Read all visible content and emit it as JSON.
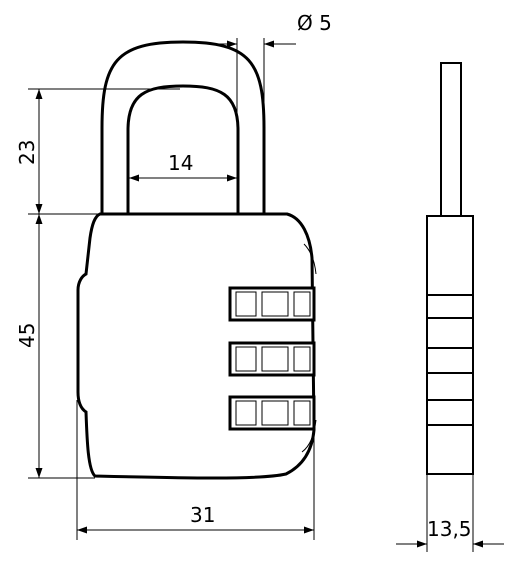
{
  "dimensions": {
    "shackle_diameter": "Ø 5",
    "shackle_height": "23",
    "shackle_inner_width": "14",
    "body_height": "45",
    "body_width": "31",
    "depth": "13,5"
  }
}
